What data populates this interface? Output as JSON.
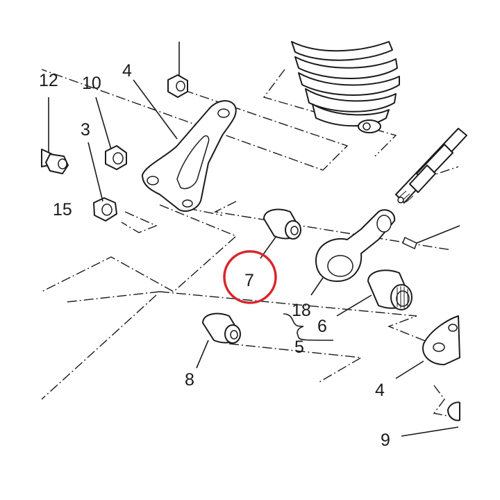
{
  "diagram": {
    "callouts": {
      "c12": "12",
      "c10": "10",
      "c4_top": "4",
      "c3": "3",
      "c15": "15",
      "c7": "7",
      "c18": "18",
      "c6": "6",
      "c5": "5",
      "c8": "8",
      "c4_bottom": "4",
      "c9": "9"
    },
    "highlight_color": "#d9262c",
    "line_color": "#1a1a1a"
  }
}
